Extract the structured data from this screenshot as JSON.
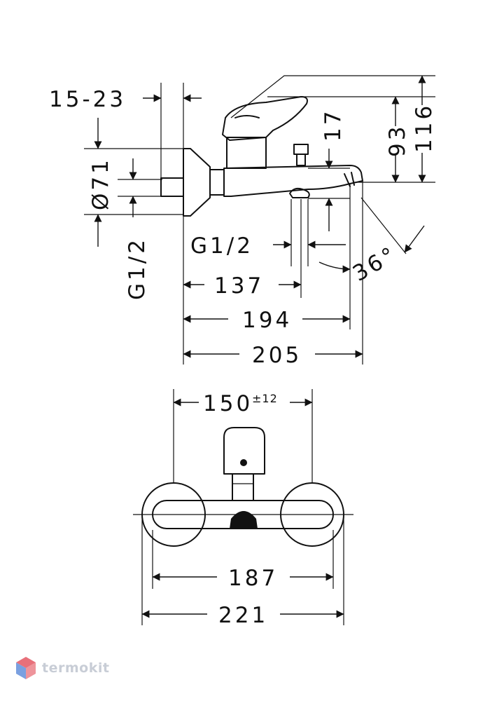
{
  "side_view": {
    "dims": {
      "wall_range": "15-23",
      "diameter": "Ø71",
      "height_93": "93",
      "height_116": "116",
      "height_17": "17",
      "thread_left": "G1/2",
      "thread_bottom": "G1/2",
      "len_137": "137",
      "len_194": "194",
      "len_205": "205",
      "angle": "36°"
    }
  },
  "front_view": {
    "dims": {
      "centers": "150",
      "tolerance": "±12",
      "width_187": "187",
      "width_221": "221"
    }
  },
  "brand": {
    "name": "termokit",
    "colors": {
      "logo_top": "#e8707a",
      "logo_bottom": "#7aa0e0"
    }
  }
}
